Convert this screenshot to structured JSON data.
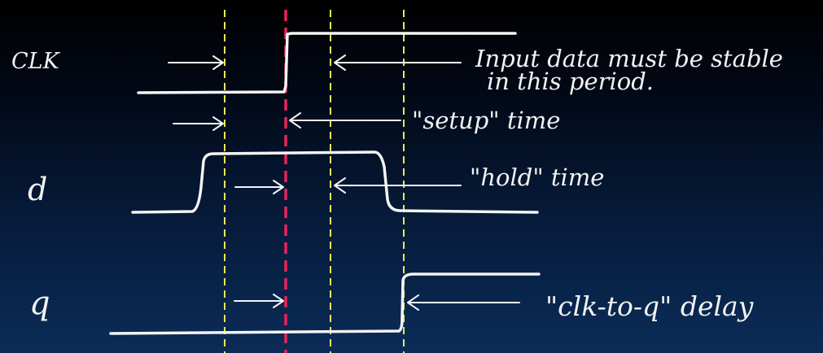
{
  "signals": {
    "clk": "CLK",
    "d": "d",
    "q": "q"
  },
  "annotations": {
    "stable_line1": "Input data must be stable",
    "stable_line2": "in this period.",
    "setup": "\"setup\" time",
    "hold": "\"hold\" time",
    "clk_to_q": "\"clk-to-q\" delay"
  },
  "colors": {
    "clock_edge_marker": "#e8245a",
    "window_markers": "#e8e85a",
    "ink": "#f4f4f4"
  }
}
